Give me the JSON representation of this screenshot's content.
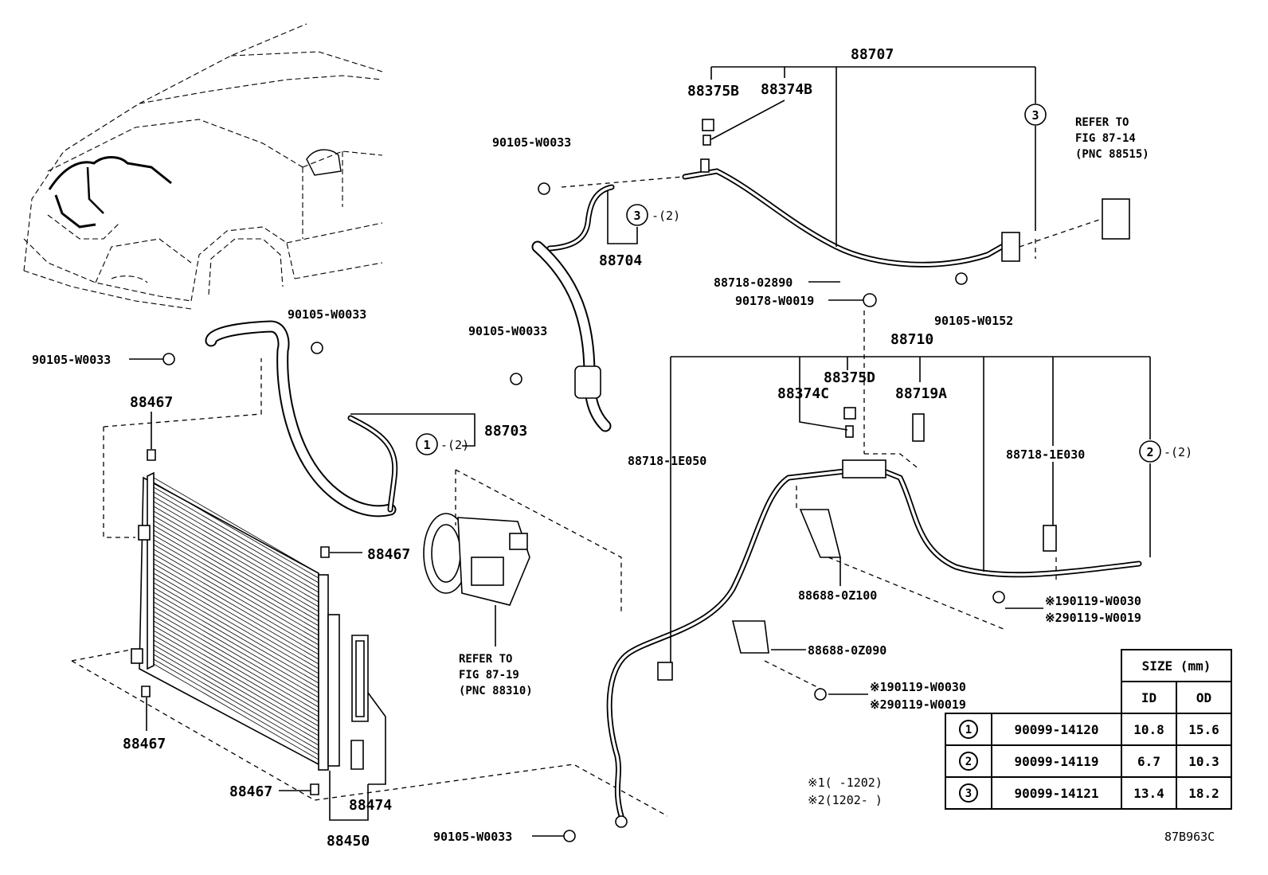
{
  "labels": {
    "p88707": "88707",
    "p88375b": "88375B",
    "p88374b": "88374B",
    "p90105_w0033_top": "90105-W0033",
    "p88704": "88704",
    "p88718_02890": "88718-02890",
    "p90178_w0019": "90178-W0019",
    "p90105_w0152": "90105-W0152",
    "p88710": "88710",
    "p88375d": "88375D",
    "p88374c": "88374C",
    "p88719a": "88719A",
    "p90105_w0033_mid": "90105-W0033",
    "p90105_w0033_left": "90105-W0033",
    "p90105_w0033_hose": "90105-W0033",
    "p88467_a": "88467",
    "p88467_b": "88467",
    "p88467_c": "88467",
    "p88467_d": "88467",
    "p88703": "88703",
    "p88718_1e050": "88718-1E050",
    "p88718_1e030": "88718-1E030",
    "p88688_0z100": "88688-0Z100",
    "p88688_0z090": "88688-0Z090",
    "p190119_a": "※190119-W0030",
    "p290119_a": "※290119-W0019",
    "p190119_b": "※190119-W0030",
    "p290119_b": "※290119-W0019",
    "p88474": "88474",
    "p88450": "88450",
    "p90105_w0033_bottom": "90105-W0033",
    "circle1": "1",
    "circle2": "2",
    "circle3": "3",
    "qty2": "-(2)"
  },
  "refs": {
    "expansion_valve": [
      "REFER TO",
      "FIG 87-14",
      "(PNC 88515)"
    ],
    "compressor": [
      "REFER TO",
      "FIG 87-19",
      "(PNC 88310)"
    ]
  },
  "notes": {
    "note1": "※1(   -1202)",
    "note2": "※2(1202-   )",
    "figure_code": "87B963C"
  },
  "size_table": {
    "header": "SIZE (mm)",
    "col_id": "ID",
    "col_od": "OD",
    "rows": [
      {
        "mark": "1",
        "part": "90099-14120",
        "id": "10.8",
        "od": "15.6"
      },
      {
        "mark": "2",
        "part": "90099-14119",
        "id": "6.7",
        "od": "10.3"
      },
      {
        "mark": "3",
        "part": "90099-14121",
        "id": "13.4",
        "od": "18.2"
      }
    ]
  }
}
